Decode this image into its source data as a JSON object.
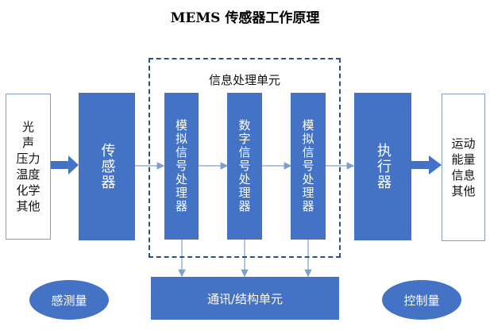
{
  "title": "MEMS 传感器工作原理",
  "inputs": "光\n声\n压力\n温度\n化学\n其他",
  "sensor": "传感器",
  "processing_unit": "信息处理单元",
  "stage1": "模拟信号处理器",
  "stage2": "数字信号处理器",
  "stage3": "模拟信号处理器",
  "actuator": "执行器",
  "outputs": "运动\n能量\n信息\n其他",
  "comm_unit": "通讯/结构单元",
  "sensed": "感测量",
  "control": "控制量",
  "colors": {
    "block": "#4472c4",
    "dashed_border": "#2f4f7f",
    "thin_arrow": "#7f9fc9"
  }
}
